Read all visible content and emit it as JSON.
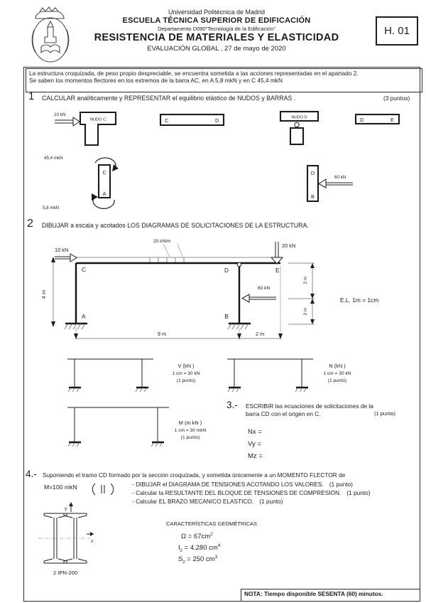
{
  "header": {
    "university": "Universidad Politécnica de Madrid",
    "school": "ESCUELA TÉCNICA SUPERIOR DE EDIFICACIÓN",
    "department": "Departamento D090\"Tecnología de la Edificación\"",
    "subject": "RESISTENCIA DE MATERIALES Y ELASTICIDAD",
    "exam": "EVALUACIÓN GLOBAL , 27 de mayo de 2020",
    "sheet_code": "H. 01"
  },
  "intro": {
    "line1": "La estructura croquizada, de peso propio despreciable, se encuentra sometida a las acciones representadas en el apartado 2.",
    "line2": "Se saben los momentos flectores en los extremos  de la barra AC,  en A  5,8 mkN y en C  45,4 mkN"
  },
  "q1": {
    "number": "1",
    "text": "CALCULAR analíticamente y  REPRESENTAR  el equilibrio elástico de NUDOS y BARRAS .",
    "points": "(3 puntos)",
    "nudo_c": {
      "label": "NUDO C",
      "load": "10 kN"
    },
    "bar_cd": {
      "left": "C",
      "right": "D"
    },
    "nudo_d": {
      "label": "NUDO D"
    },
    "bar_de": {
      "left": "D",
      "right": "E"
    },
    "bar_ca": {
      "top": "C",
      "bottom": "A",
      "moment_top": "45,4 mkN",
      "moment_bottom": "5,8 mkN"
    },
    "bar_db": {
      "top": "D",
      "bottom": "B",
      "load": "60 kN"
    }
  },
  "q2": {
    "number": "2",
    "text": "DIBUJAR a escala y acotados LOS DIAGRAMAS DE SOLICITACIONES DE LA ESTRUCTURA.",
    "frame": {
      "udl": "20 kN/m",
      "load_e": "20 kN",
      "load_c": "10 kN",
      "load_db": "60 kN",
      "nodes": {
        "a": "A",
        "b": "B",
        "c": "C",
        "d": "D",
        "e": "E"
      },
      "dims": {
        "height": "4 m",
        "span": "9 m",
        "cantilever": "2 m",
        "right_upper": "2 m",
        "right_lower": "2 m"
      },
      "scale": "E.L. 1m = 1cm"
    },
    "diagrams": [
      {
        "label": "V (kN )",
        "scale": "1 cm = 30 kN",
        "points": "(1 punto)"
      },
      {
        "label": "N (kN )",
        "scale": "1 cm = 30 kN",
        "points": "(1 punto)"
      },
      {
        "label": "M (m kN )",
        "scale": "1 cm = 30 mkN",
        "points": "(1 punto)"
      }
    ]
  },
  "q3": {
    "number": "3.-",
    "line1": "ESCRIBIR las ecuaciones de solicitaciones de la",
    "line2": "barra CD con el origen en C.",
    "points": "(1 punto)",
    "eq1": "Nx =",
    "eq2": "Vy =",
    "eq3": "Mz ="
  },
  "q4": {
    "number": "4.-",
    "line1": "Suponiendo el tramo CD  formado por la sección croquizada, y sometida únicamente a un MOMENTO FLECTOR  de",
    "m_value": "M=100 mkN",
    "task1": "- DIBUJAR el DIAGRAMA DE TENSIONES ACOTANDO LOS VALORES.",
    "task1_points": "(1 punto)",
    "task2": "- Calcular la  RESULTANTE DEL BLOQUE DE TENSIONES DE COMPRESIÓN.",
    "task2_points": "(1 punto)",
    "task3": "- Calcular EL BRAZO MECANICO ELASTICO.",
    "task3_points": "(1 punto)",
    "section": {
      "label": "2 IPN-200",
      "axis_y": "y",
      "axis_z": "z"
    },
    "properties": {
      "title": "CARACTERÍSTICAS GEOMÉTRICAS",
      "area_base": "Ω = 67cm",
      "area_sup": "2",
      "inertia_base": "I",
      "inertia_sub": "z",
      "inertia_mid": " = 4.280 cm",
      "inertia_sup": "4",
      "static_base": "S",
      "static_sub": "z",
      "static_mid": " = 250 cm",
      "static_sup": "3"
    }
  },
  "note": "NOTA:  Tiempo disponible SESENTA  (60) minutos."
}
